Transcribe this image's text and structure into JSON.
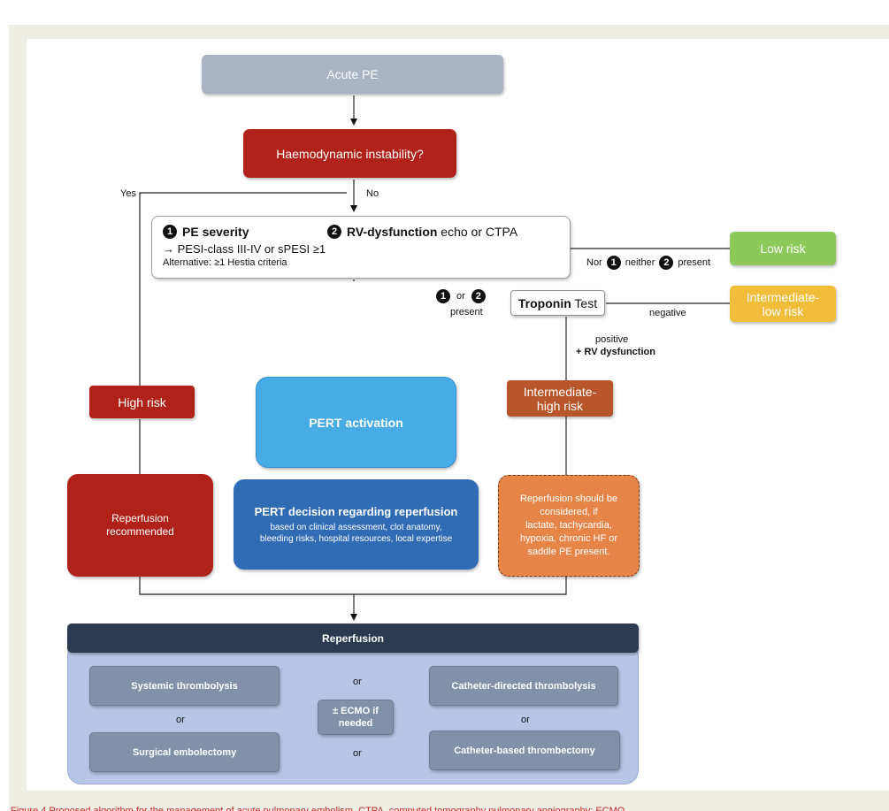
{
  "nodes": {
    "acute_pe": "Acute PE",
    "haemo": "Haemodynamic instability?",
    "low_risk": "Low risk",
    "troponin_bold": "Troponin",
    "troponin_rest": " Test",
    "intermediate_low": "Intermediate-\nlow risk",
    "high_risk": "High risk",
    "pert_activation": "PERT activation",
    "intermediate_high": "Intermediate-\nhigh risk",
    "reperfusion_recommended": "Reperfusion\nrecommended",
    "pert_decision_title": "PERT decision regarding reperfusion",
    "pert_decision_body": "based on clinical assessment, clot anatomy,\nbleeding risks, hospital resources, local expertise",
    "reperfusion_considered": "Reperfusion should be\nconsidered, if\nlactate, tachycardia,\nhypoxia, chronic HF or\nsaddle PE present.",
    "reperfusion_header": "Reperfusion"
  },
  "criteria": {
    "n1": "1",
    "n2": "2",
    "pe_severity": "PE severity",
    "rv_bold": "RV-dysfunction",
    "rv_rest": " echo or CTPA",
    "pesi": "→ PESI-class III-IV or sPESI ≥1",
    "alternative": "Alternative: ≥1 Hestia criteria"
  },
  "labels": {
    "yes": "Yes",
    "no": "No",
    "nor": "Nor",
    "neither": "neither",
    "present": "present",
    "or": "or",
    "negative": "negative",
    "positive": "positive",
    "rv_dysfunction": "+ RV dysfunction"
  },
  "options": {
    "systemic": "Systemic thrombolysis",
    "surgical": "Surgical embolectomy",
    "ecmo": "± ECMO if\nneeded",
    "catheter_directed": "Catheter-directed thrombolysis",
    "catheter_based": "Catheter-based thrombectomy"
  },
  "caption_fragment": "Figure 4 Proposed algorithm for the management of acute pulmonary embolism. CTPA, computed tomography pulmonary angiography; ECMO",
  "colors": {
    "acute_pe": "#a9b3c3",
    "haemo": "#b02219",
    "low_risk": "#8cc85a",
    "intermediate_low": "#f2bd3a",
    "high_risk": "#b02219",
    "pert_activation": "#47abe6",
    "intermediate_high": "#b9552a",
    "reperfusion_recommended": "#b02219",
    "pert_decision": "#2f6cb5",
    "reperfusion_considered": "#e78549",
    "reperfusion_header": "#2b3a50",
    "reperfusion_panel": "#b7c5e6",
    "option_box": "#8291a9",
    "frame": "#eeeee4"
  }
}
